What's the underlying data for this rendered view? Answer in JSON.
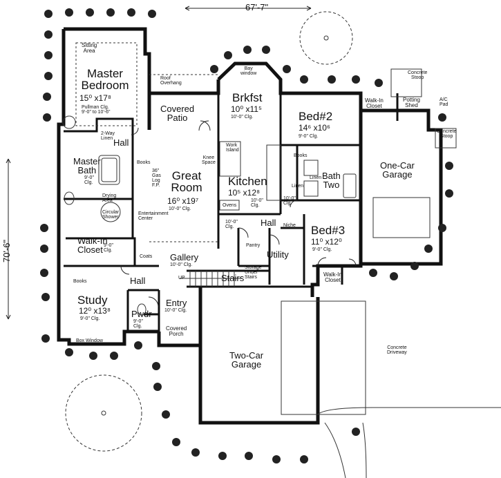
{
  "dimensions": {
    "width": "67'-7\"",
    "depth": "70'-6\""
  },
  "rooms": {
    "master_bedroom": {
      "name_line1": "Master",
      "name_line2": "Bedroom",
      "size": "15⁰ x17⁸",
      "ceiling_line1": "Pullman Clg.",
      "ceiling_line2": "9'-0\" to 10'-6\""
    },
    "sitting_area": {
      "line1": "Sitting",
      "line2": "Area"
    },
    "roof_overhang": {
      "line1": "Roof",
      "line2": "Overhang"
    },
    "covered_patio": {
      "line1": "Covered",
      "line2": "Patio"
    },
    "bay_window": {
      "line1": "Bay",
      "line2": "window"
    },
    "brkfst": {
      "name": "Brkfst",
      "size": "10⁰ x11⁵",
      "ceiling": "10'-0\" Clg."
    },
    "bed2": {
      "name": "Bed#2",
      "size": "14⁶ x10⁶",
      "ceiling": "9'-0\" Clg."
    },
    "walk_in_closet_bed2": {
      "line1": "Walk-In",
      "line2": "Closet"
    },
    "concrete_stoop_top": {
      "line1": "Concrete",
      "line2": "Stoop"
    },
    "potting_shed": {
      "line1": "Potting",
      "line2": "Shed"
    },
    "ac_pad": {
      "line1": "A/C",
      "line2": "Pad"
    },
    "concrete_stoop_side": {
      "line1": "Concrete",
      "line2": "Stoop"
    },
    "hall_upper": "Hall",
    "two_way_linen": {
      "line1": "2-Way",
      "line2": "Linen"
    },
    "master_bath": {
      "name_line1": "Master",
      "name_line2": "Bath",
      "ceiling_line1": "9'-0\"",
      "ceiling_line2": "Clg."
    },
    "books_upper": "Books",
    "gas_log": {
      "line1": "36\"",
      "line2": "Gas",
      "line3": "Log",
      "line4": "F.P."
    },
    "great_room": {
      "name_line1": "Great",
      "name_line2": "Room",
      "size": "16⁰ x19⁷",
      "ceiling": "10'-0\" Clg."
    },
    "knee_space": {
      "line1": "Knee",
      "line2": "Space"
    },
    "work_island": {
      "line1": "Work",
      "line2": "Island"
    },
    "kitchen": {
      "name": "Kitchen",
      "size": "10⁵ x12⁸",
      "ceiling_line1": "10'-0\"",
      "ceiling_line2": "Clg.",
      "ovens": "Ovens"
    },
    "books_bed2": "Books",
    "linen_bath": "Linen",
    "linen_bath2": "Linen",
    "bath_two": {
      "line1": "Bath",
      "line2": "Two",
      "ceiling_line1": "10'-0\"",
      "ceiling_line2": "Clg."
    },
    "one_car_garage": {
      "line1": "One-Car",
      "line2": "Garage"
    },
    "drying_area": {
      "line1": "Drying",
      "line2": "Area"
    },
    "circular_shower": {
      "line1": "Circular",
      "line2": "Shower"
    },
    "entertainment_center": {
      "line1": "Entertainment",
      "line2": "Center"
    },
    "hall_ceiling": {
      "line1": "10'-0\"",
      "line2": "Clg."
    },
    "hall_mid": "Hall",
    "niche": "Niche",
    "pantry": "Pantry",
    "utility": "Utility",
    "bed3": {
      "name": "Bed#3",
      "size": "11⁰ x12⁰",
      "ceiling": "9'-0\" Clg."
    },
    "walk_in_closet_master": {
      "line1": "Walk-In",
      "line2": "Closet",
      "ceiling_line1": "9'-0\"",
      "ceiling_line2": "Clg."
    },
    "coats": "Coats",
    "gallery": {
      "name": "Gallery",
      "ceiling": "10'-0\" Clg."
    },
    "up": "UP",
    "stairs": "Stairs",
    "storage_under_stairs": {
      "line1": "Storage",
      "line2": "Under",
      "line3": "Stairs"
    },
    "walk_in_closet_bed3": {
      "line1": "Walk-In",
      "line2": "Closet"
    },
    "books_study": "Books",
    "hall_lower": "Hall",
    "study": {
      "name": "Study",
      "size": "12⁰ x13⁸",
      "ceiling": "9'-0\" Clg."
    },
    "pwdr": {
      "name": "Pwdr",
      "ceiling_line1": "9'-0\"",
      "ceiling_line2": "Clg."
    },
    "entry": {
      "name": "Entry",
      "ceiling": "10'-0\" Clg."
    },
    "box_window": "Box Window",
    "covered_porch": {
      "line1": "Covered",
      "line2": "Porch"
    },
    "two_car_garage": {
      "line1": "Two-Car",
      "line2": "Garage"
    },
    "concrete_driveway": {
      "line1": "Concrete",
      "line2": "Driveway"
    }
  }
}
